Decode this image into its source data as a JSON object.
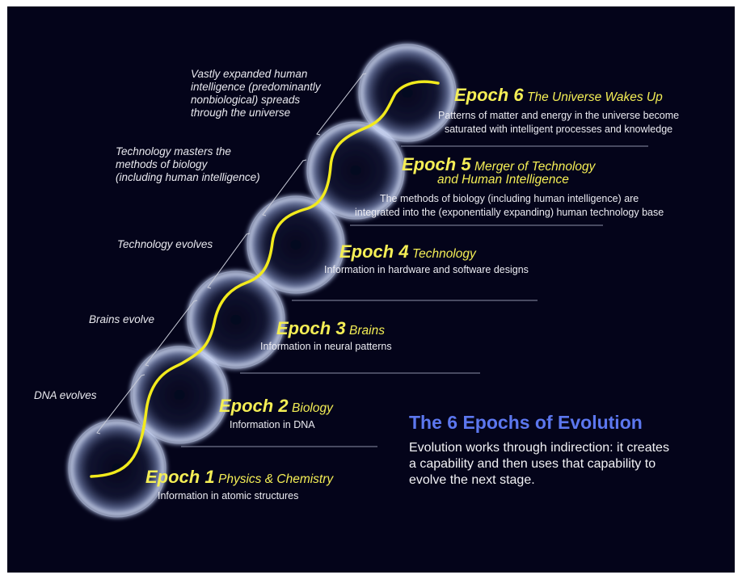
{
  "epochs": [
    {
      "label": "Epoch 1",
      "subtitle": "Physics & Chemistry",
      "description": "Information in atomic structures"
    },
    {
      "label": "Epoch 2",
      "subtitle": "Biology",
      "description": "Information in DNA"
    },
    {
      "label": "Epoch 3",
      "subtitle": "Brains",
      "description": "Information in neural patterns"
    },
    {
      "label": "Epoch 4",
      "subtitle": "Technology",
      "description": "Information in hardware and software designs"
    },
    {
      "label": "Epoch 5",
      "subtitle": "Merger of Technology",
      "subtitle2": "and Human Intelligence",
      "description": "The methods of biology (including human intelligence) are",
      "description2": "integrated into the (exponentially expanding) human technology base"
    },
    {
      "label": "Epoch 6",
      "subtitle": "The Universe Wakes Up",
      "description": "Patterns of matter and energy in the universe become",
      "description2": "saturated with intelligent processes and knowledge"
    }
  ],
  "transitions": [
    {
      "lines": [
        "DNA evolves"
      ]
    },
    {
      "lines": [
        "Brains evolve"
      ]
    },
    {
      "lines": [
        "Technology evolves"
      ]
    },
    {
      "lines": [
        "Technology masters the",
        "methods of biology",
        "(including human intelligence)"
      ]
    },
    {
      "lines": [
        "Vastly expanded human",
        "intelligence (predominantly",
        "nonbiological) spreads",
        "through the universe"
      ]
    }
  ],
  "summary": {
    "title": "The 6 Epochs of Evolution",
    "lines": [
      "Evolution works through indirection: it creates",
      "a capability and then uses that capability to",
      "evolve the next stage."
    ]
  },
  "colors": {
    "background": "#04041a",
    "accent_yellow": "#f4ee55",
    "curve_yellow": "#f2ea1c",
    "title_blue": "#5c77ee",
    "bubble_glow": "#dce6ff"
  }
}
